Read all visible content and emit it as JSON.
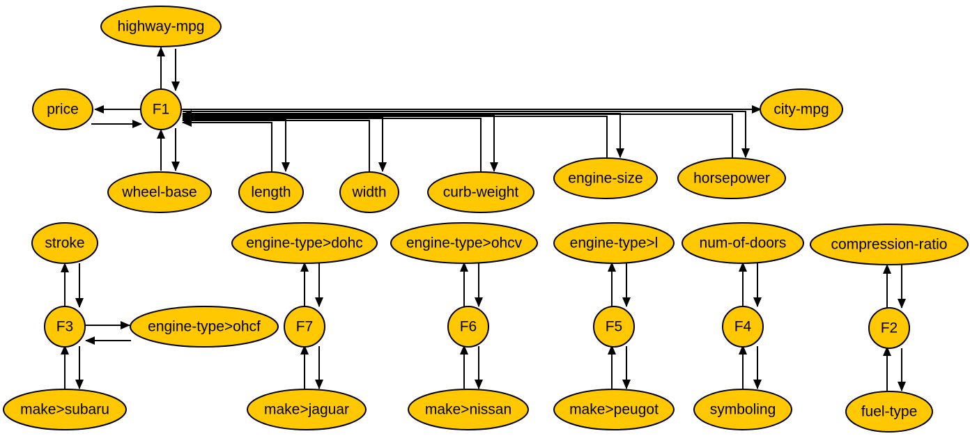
{
  "colors": {
    "node_fill": "#FFC800",
    "stroke": "#000000",
    "background": "#FFFFFF"
  },
  "nodes": {
    "highway_mpg": "highway-mpg",
    "price": "price",
    "f1": "F1",
    "city_mpg": "city-mpg",
    "wheel_base": "wheel-base",
    "length": "length",
    "width": "width",
    "curb_weight": "curb-weight",
    "engine_size": "engine-size",
    "horsepower": "horsepower",
    "stroke": "stroke",
    "f3": "F3",
    "engine_type_ohcf": "engine-type>ohcf",
    "make_subaru": "make>subaru",
    "engine_type_dohc": "engine-type>dohc",
    "f7": "F7",
    "make_jaguar": "make>jaguar",
    "engine_type_ohcv": "engine-type>ohcv",
    "f6": "F6",
    "make_nissan": "make>nissan",
    "engine_type_l": "engine-type>l",
    "f5": "F5",
    "make_peugot": "make>peugot",
    "num_of_doors": "num-of-doors",
    "f4": "F4",
    "symboling": "symboling",
    "compression_ratio": "compression-ratio",
    "f2": "F2",
    "fuel_type": "fuel-type"
  }
}
